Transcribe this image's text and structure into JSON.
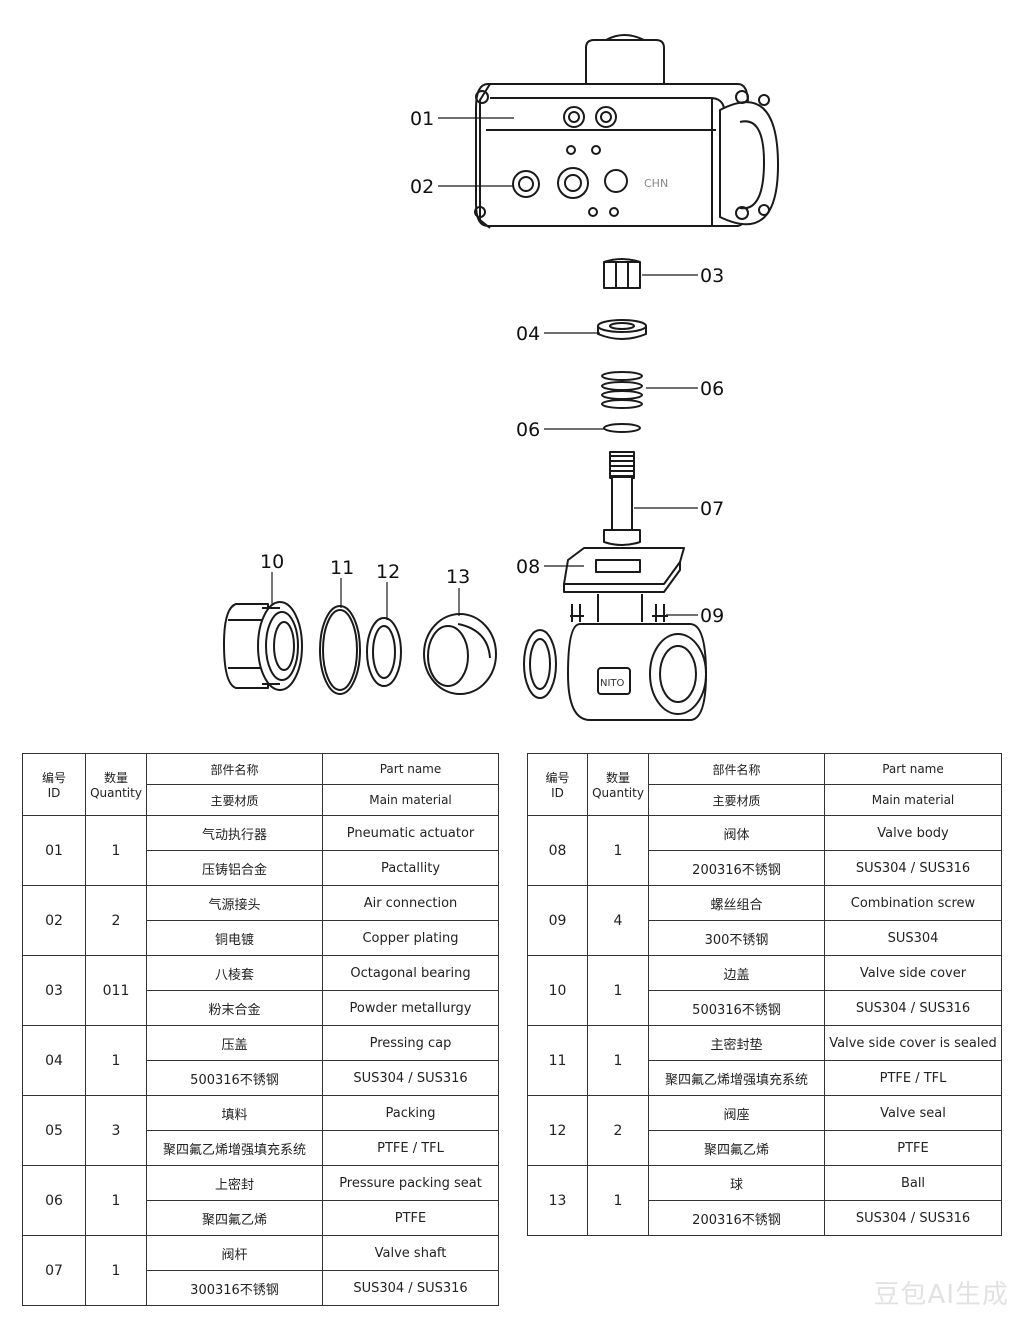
{
  "callouts": {
    "c01": "01",
    "c02": "02",
    "c03": "03",
    "c04": "04",
    "c06a": "06",
    "c06b": "06",
    "c07": "07",
    "c08": "08",
    "c09": "09",
    "c10": "10",
    "c11": "11",
    "c12": "12",
    "c13": "13"
  },
  "actuator_logo": "CHN",
  "body_logo": "NITO",
  "headers": {
    "no_cn": "编号",
    "no_en": "ID",
    "qty_cn": "数量",
    "qty_en": "Quantity",
    "part_cn": "部件名称",
    "part_en": "Part name",
    "mat_cn": "主要材质",
    "mat_en": "Main material"
  },
  "left_rows": [
    {
      "no": "01",
      "qty": "1",
      "name_cn": "气动执行器",
      "name_en": "Pneumatic actuator",
      "mat_cn": "压铸铝合金",
      "mat_en": "Pactallity"
    },
    {
      "no": "02",
      "qty": "2",
      "name_cn": "气源接头",
      "name_en": "Air connection",
      "mat_cn": "铜电镀",
      "mat_en": "Copper plating"
    },
    {
      "no": "03",
      "qty": "011",
      "name_cn": "八棱套",
      "name_en": "Octagonal bearing",
      "mat_cn": "粉末合金",
      "mat_en": "Powder metallurgy"
    },
    {
      "no": "04",
      "qty": "1",
      "name_cn": "压盖",
      "name_en": "Pressing cap",
      "mat_cn": "500316不锈钢",
      "mat_en": "SUS304 / SUS316"
    },
    {
      "no": "05",
      "qty": "3",
      "name_cn": "填料",
      "name_en": "Packing",
      "mat_cn": "聚四氟乙烯增强填充系统",
      "mat_en": "PTFE / TFL"
    },
    {
      "no": "06",
      "qty": "1",
      "name_cn": "上密封",
      "name_en": "Pressure packing seat",
      "mat_cn": "聚四氟乙烯",
      "mat_en": "PTFE"
    },
    {
      "no": "07",
      "qty": "1",
      "name_cn": "阀杆",
      "name_en": "Valve shaft",
      "mat_cn": "300316不锈钢",
      "mat_en": "SUS304 / SUS316"
    }
  ],
  "right_rows": [
    {
      "no": "08",
      "qty": "1",
      "name_cn": "阀体",
      "name_en": "Valve body",
      "mat_cn": "200316不锈钢",
      "mat_en": "SUS304 / SUS316"
    },
    {
      "no": "09",
      "qty": "4",
      "name_cn": "螺丝组合",
      "name_en": "Combination screw",
      "mat_cn": "300不锈钢",
      "mat_en": "SUS304"
    },
    {
      "no": "10",
      "qty": "1",
      "name_cn": "边盖",
      "name_en": "Valve side cover",
      "mat_cn": "500316不锈钢",
      "mat_en": "SUS304 / SUS316"
    },
    {
      "no": "11",
      "qty": "1",
      "name_cn": "主密封垫",
      "name_en": "Valve side cover is sealed",
      "mat_cn": "聚四氟乙烯增强填充系统",
      "mat_en": "PTFE / TFL"
    },
    {
      "no": "12",
      "qty": "2",
      "name_cn": "阀座",
      "name_en": "Valve seal",
      "mat_cn": "聚四氟乙烯",
      "mat_en": "PTFE"
    },
    {
      "no": "13",
      "qty": "1",
      "name_cn": "球",
      "name_en": "Ball",
      "mat_cn": "200316不锈钢",
      "mat_en": "SUS304 / SUS316"
    }
  ],
  "watermark": "豆包AI生成"
}
